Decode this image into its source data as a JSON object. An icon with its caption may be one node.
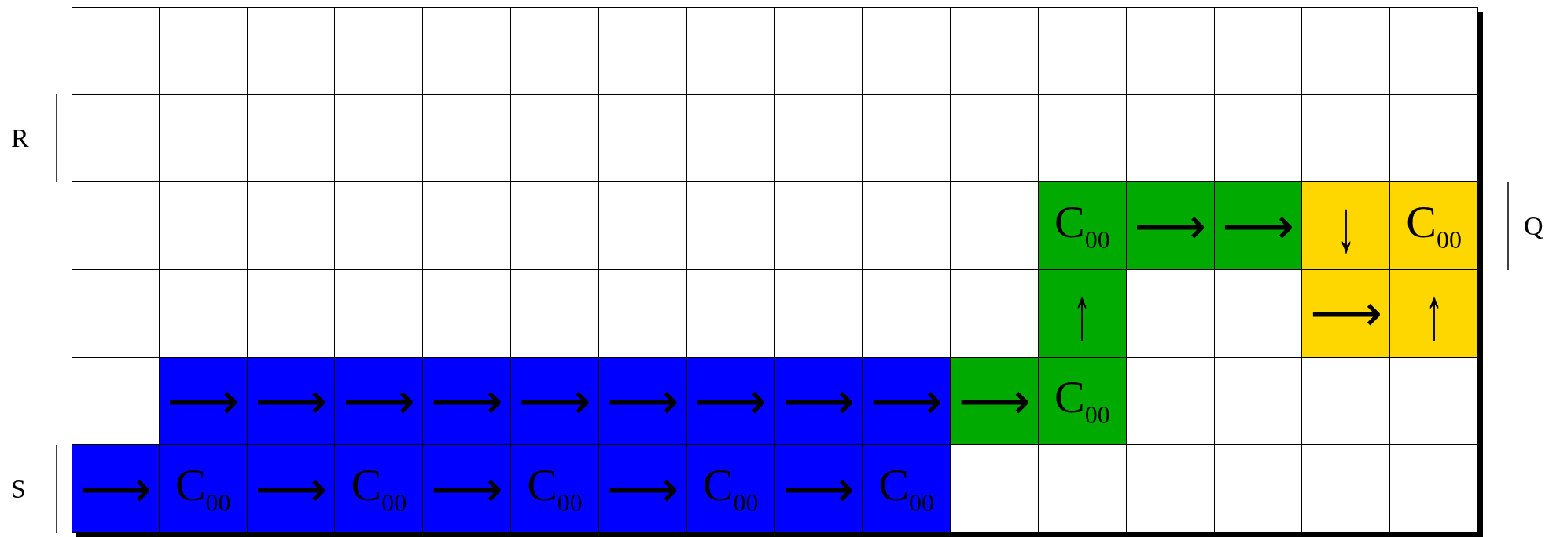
{
  "diagram": {
    "nodes": [
      {
        "text": [],
        "shape": "box"
      },
      {
        "text": [],
        "shape": "box"
      },
      {
        "text": [],
        "shape": "box"
      },
      {
        "text": [],
        "shape": "box"
      },
      {
        "text": [],
        "shape": "box"
      },
      {
        "text": [],
        "shape": "box"
      },
      {
        "text": [],
        "shape": "box"
      },
      {
        "text": [],
        "shape": "box"
      },
      {
        "text": [],
        "shape": "box"
      },
      {
        "text": [],
        "shape": "box"
      },
      {
        "text": [],
        "shape": "box"
      },
      {
        "text": [],
        "shape": "box"
      },
      {
        "text": [],
        "shape": "box"
      },
      {
        "text": [],
        "shape": "box"
      },
      {
        "text": [],
        "shape": "box"
      },
      {
        "text": [],
        "shape": "box"
      },
      {
        "text": [],
        "shape": "box"
      },
      {
        "text": [],
        "shape": "box"
      },
      {
        "text": [],
        "shape": "box"
      },
      {
        "text": [],
        "shape": "box"
      },
      {
        "text": [],
        "shape": "box"
      },
      {
        "text": [],
        "shape": "box"
      },
      {
        "text": [],
        "shape": "box"
      },
      {
        "text": [],
        "shape": "box"
      },
      {
        "text": [],
        "shape": "box"
      },
      {
        "text": [],
        "shape": "box"
      },
      {
        "text": [],
        "shape": "box"
      },
      {
        "text": [],
        "shape": "box"
      },
      {
        "text": [],
        "shape": "box"
      },
      {
        "text": [],
        "shape": "box"
      },
      {
        "text": [],
        "shape": "box"
      },
      {
        "text": [],
        "shape": "box"
      },
      {
        "text": [],
        "shape": "box"
      },
      {
        "text": [],
        "shape": "box"
      },
      {
        "text": [],
        "shape": "box"
      },
      {
        "text": [],
        "shape": "box"
      },
      {
        "text": [],
        "shape": "box"
      },
      {
        "text": [],
        "shape": "box"
      },
      {
        "text": [],
        "shape": "box"
      },
      {
        "text": [],
        "shape": "box"
      },
      {
        "text": [],
        "shape": "box"
      },
      {
        "text": [],
        "shape": "box"
      },
      {
        "text": [],
        "shape": "box"
      },
      {
        "text": [
          "C$_{00}$"
        ]
      },
      {
        "text": [
          "⟶"
        ]
      },
      {
        "text": [
          "⟶"
        ]
      },
      {
        "text": [
          "↓"
        ]
      },
      {
        "text": [
          "C$_{00}$"
        ]
      },
      {
        "text": [],
        "shape": "box"
      },
      {
        "text": [],
        "shape": "box"
      },
      {
        "text": [],
        "shape": "box"
      },
      {
        "text": [],
        "shape": "box"
      },
      {
        "text": [],
        "shape": "box"
      },
      {
        "text": [],
        "shape": "box"
      },
      {
        "text": [],
        "shape": "box"
      },
      {
        "text": [],
        "shape": "box"
      },
      {
        "text": [],
        "shape": "box"
      },
      {
        "text": [],
        "shape": "box"
      },
      {
        "text": [],
        "shape": "box"
      },
      {
        "text": [
          "↑"
        ]
      },
      {
        "text": [],
        "shape": "box"
      },
      {
        "text": [],
        "shape": "box"
      },
      {
        "text": [
          "⟶"
        ]
      },
      {
        "text": [
          "↑"
        ]
      },
      {
        "text": [],
        "shape": "box"
      },
      {
        "text": [
          "⟶"
        ]
      },
      {
        "text": [
          "⟶"
        ]
      },
      {
        "text": [
          "⟶"
        ]
      },
      {
        "text": [
          "⟶"
        ]
      },
      {
        "text": [
          "⟶"
        ]
      },
      {
        "text": [
          "⟶"
        ]
      },
      {
        "text": [
          "⟶"
        ]
      },
      {
        "text": [
          "⟶"
        ]
      },
      {
        "text": [
          "⟶"
        ]
      },
      {
        "text": [
          "⟶"
        ]
      },
      {
        "text": [
          "C$_{00}$"
        ]
      },
      {
        "text": [],
        "shape": "box"
      },
      {
        "text": [],
        "shape": "box"
      },
      {
        "text": [],
        "shape": "box"
      },
      {
        "text": [],
        "shape": "box"
      },
      {
        "text": [
          "⟶"
        ]
      },
      {
        "text": [
          "C$_{00}$"
        ]
      },
      {
        "text": [
          "⟶"
        ]
      },
      {
        "text": [
          "C$_{00}$"
        ]
      },
      {
        "text": [
          "⟶"
        ]
      },
      {
        "text": [
          "C$_{00}$"
        ]
      },
      {
        "text": [
          "⟶"
        ]
      },
      {
        "text": [
          "C$_{00}$"
        ]
      },
      {
        "text": [
          "⟶"
        ]
      },
      {
        "text": [
          "C$_{00}$"
        ]
      },
      {
        "text": [],
        "shape": "box"
      },
      {
        "text": [],
        "shape": "box"
      },
      {
        "text": [],
        "shape": "box"
      },
      {
        "text": [],
        "shape": "box"
      },
      {
        "text": [],
        "shape": "box"
      },
      {
        "text": [],
        "shape": "box"
      }
    ],
    "labels": [
      "R",
      "Q",
      "S"
    ]
  }
}
